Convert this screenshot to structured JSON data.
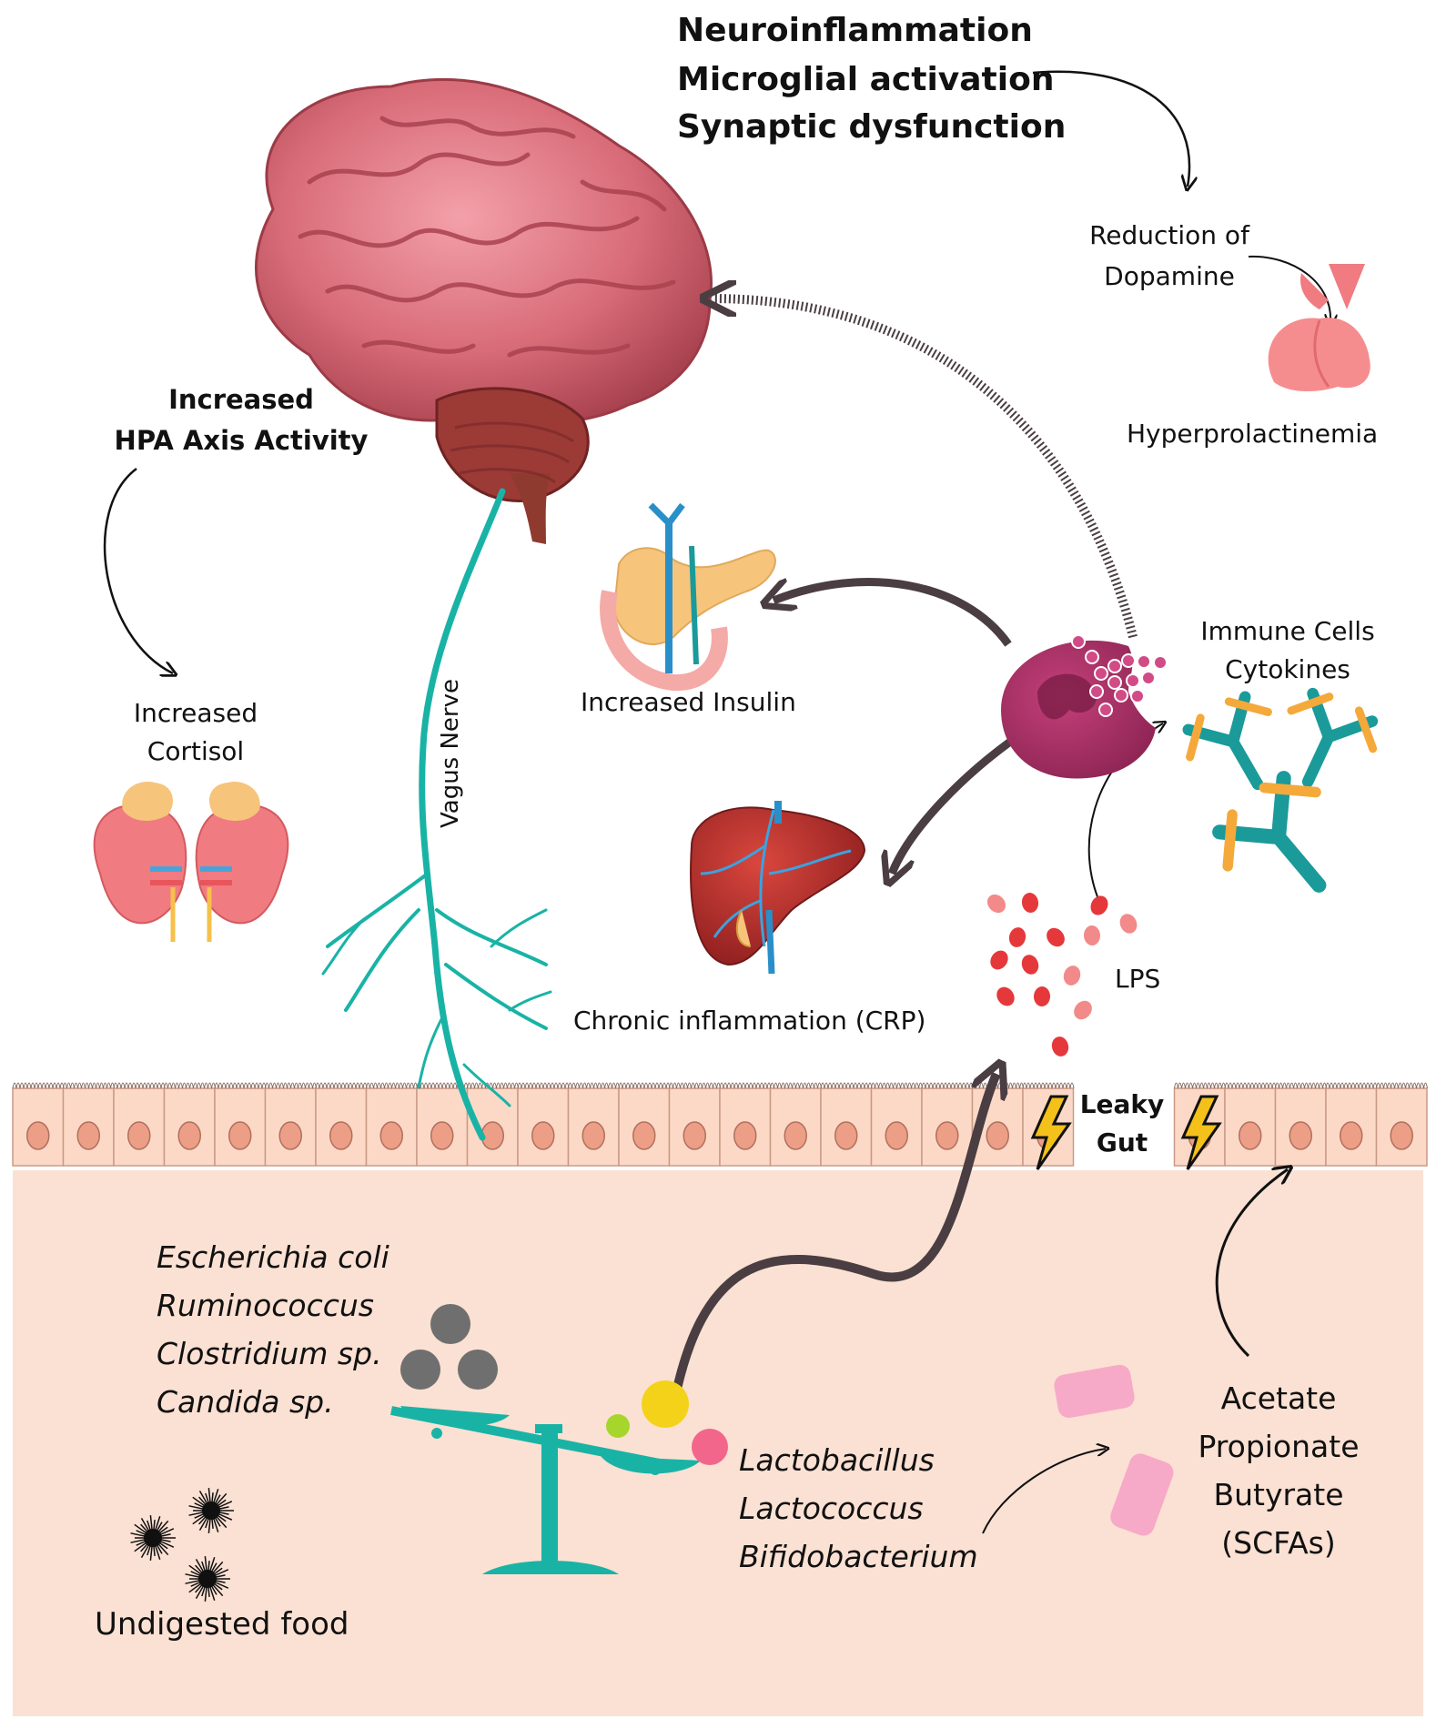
{
  "brain_effects": {
    "line1": "Neuroinflammation",
    "line2": "Microglial activation",
    "line3": "Synaptic dysfunction"
  },
  "dopamine": {
    "line1": "Reduction of",
    "line2": "Dopamine",
    "result": "Hyperprolactinemia"
  },
  "hpa": {
    "line1": "Increased",
    "line2": "HPA Axis Activity"
  },
  "cortisol": {
    "line1": "Increased",
    "line2": "Cortisol"
  },
  "vagus_label": "Vagus Nerve",
  "insulin_label": "Increased Insulin",
  "immune": {
    "line1": "Immune Cells",
    "line2": "Cytokines"
  },
  "crp_label": "Chronic inflammation (CRP)",
  "lps_label": "LPS",
  "leaky": {
    "line1": "Leaky",
    "line2": "Gut"
  },
  "bad_bacteria": [
    "Escherichia coli",
    "Ruminococcus",
    "Clostridium sp.",
    "Candida sp."
  ],
  "good_bacteria": [
    "Lactobacillus",
    "Lactococcus",
    "Bifidobacterium"
  ],
  "scfas": [
    "Acetate",
    "Propionate",
    "Butyrate",
    "(SCFAs)"
  ],
  "food_label": "Undigested food",
  "colors": {
    "gut_lumen": "#fbe1d3",
    "epithelium": "#fcd9c7",
    "nucleus": "#ec9f86",
    "nerve": "#19b3a6",
    "brain": "#d86c78",
    "arrow_dark": "#4a3e42",
    "immune_cell": "#a0305f",
    "lps": "#e5383b",
    "scfa_pill": "#f7aac8",
    "lightning": "#f4c01a"
  }
}
